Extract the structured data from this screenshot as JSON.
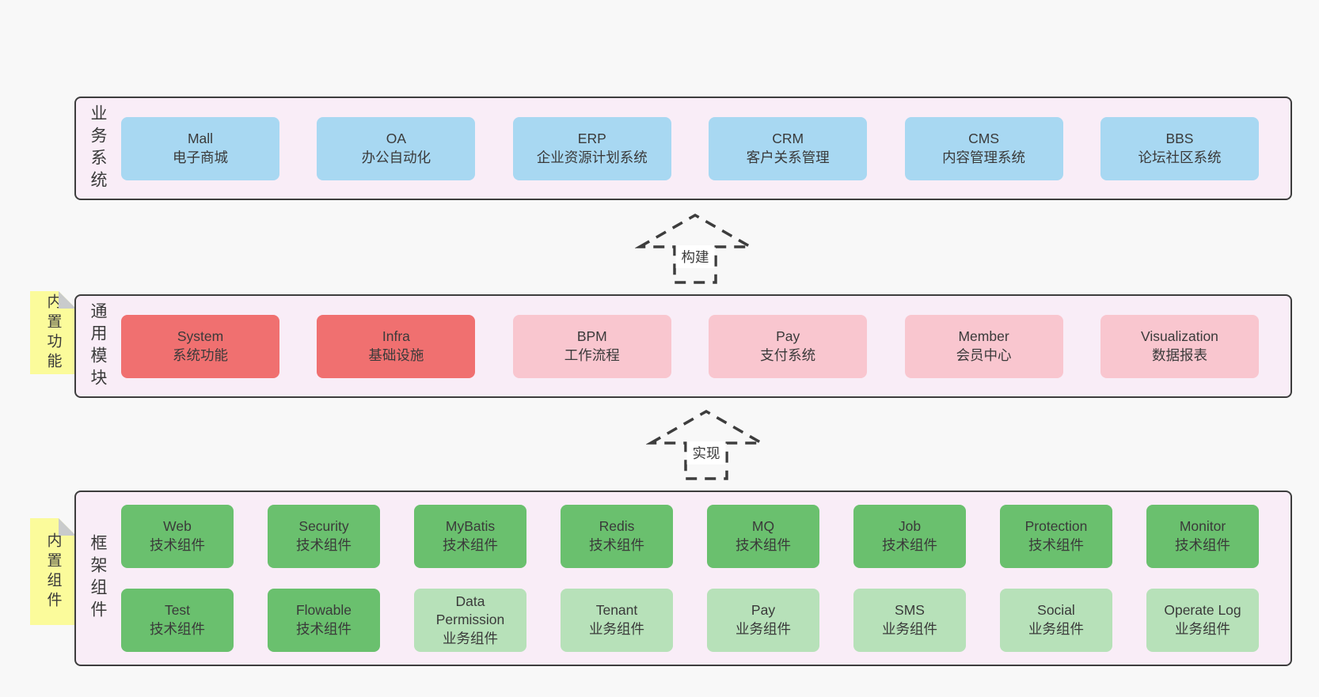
{
  "colors": {
    "background": "#f8f8f8",
    "panel_bg": "#f9edf7",
    "panel_border": "#3d3d3d",
    "text": "#3a3a3a",
    "blue": "#a8d8f2",
    "red": "#f07070",
    "pink": "#f9c6cf",
    "green_dark": "#6ac06e",
    "green_light": "#b7e1b9",
    "note_bg": "#fbfb9b",
    "note_fold": "#c9cbcc",
    "arrow_label_bg": "#ffffff"
  },
  "arrows": [
    {
      "label": "构建"
    },
    {
      "label": "实现"
    }
  ],
  "notes": [
    {
      "label": "内置功能"
    },
    {
      "label": "内置组件"
    }
  ],
  "sections": [
    {
      "label": "业务系统",
      "rows": [
        [
          {
            "title": "Mall",
            "subtitle": "电子商城",
            "variant": "blue"
          },
          {
            "title": "OA",
            "subtitle": "办公自动化",
            "variant": "blue"
          },
          {
            "title": "ERP",
            "subtitle": "企业资源计划系统",
            "variant": "blue"
          },
          {
            "title": "CRM",
            "subtitle": "客户关系管理",
            "variant": "blue"
          },
          {
            "title": "CMS",
            "subtitle": "内容管理系统",
            "variant": "blue"
          },
          {
            "title": "BBS",
            "subtitle": "论坛社区系统",
            "variant": "blue"
          }
        ]
      ]
    },
    {
      "label": "通用模块",
      "rows": [
        [
          {
            "title": "System",
            "subtitle": "系统功能",
            "variant": "red"
          },
          {
            "title": "Infra",
            "subtitle": "基础设施",
            "variant": "red"
          },
          {
            "title": "BPM",
            "subtitle": "工作流程",
            "variant": "pink"
          },
          {
            "title": "Pay",
            "subtitle": "支付系统",
            "variant": "pink"
          },
          {
            "title": "Member",
            "subtitle": "会员中心",
            "variant": "pink"
          },
          {
            "title": "Visualization",
            "subtitle": "数据报表",
            "variant": "pink"
          }
        ]
      ]
    },
    {
      "label": "框架组件",
      "rows": [
        [
          {
            "title": "Web",
            "subtitle": "技术组件",
            "variant": "green_dark"
          },
          {
            "title": "Security",
            "subtitle": "技术组件",
            "variant": "green_dark"
          },
          {
            "title": "MyBatis",
            "subtitle": "技术组件",
            "variant": "green_dark"
          },
          {
            "title": "Redis",
            "subtitle": "技术组件",
            "variant": "green_dark"
          },
          {
            "title": "MQ",
            "subtitle": "技术组件",
            "variant": "green_dark"
          },
          {
            "title": "Job",
            "subtitle": "技术组件",
            "variant": "green_dark"
          },
          {
            "title": "Protection",
            "subtitle": "技术组件",
            "variant": "green_dark"
          },
          {
            "title": "Monitor",
            "subtitle": "技术组件",
            "variant": "green_dark"
          }
        ],
        [
          {
            "title": "Test",
            "subtitle": "技术组件",
            "variant": "green_dark"
          },
          {
            "title": "Flowable",
            "subtitle": "技术组件",
            "variant": "green_dark"
          },
          {
            "title": "Data Permission",
            "subtitle": "业务组件",
            "variant": "green_light"
          },
          {
            "title": "Tenant",
            "subtitle": "业务组件",
            "variant": "green_light"
          },
          {
            "title": "Pay",
            "subtitle": "业务组件",
            "variant": "green_light"
          },
          {
            "title": "SMS",
            "subtitle": "业务组件",
            "variant": "green_light"
          },
          {
            "title": "Social",
            "subtitle": "业务组件",
            "variant": "green_light"
          },
          {
            "title": "Operate Log",
            "subtitle": "业务组件",
            "variant": "green_light"
          }
        ]
      ]
    }
  ]
}
